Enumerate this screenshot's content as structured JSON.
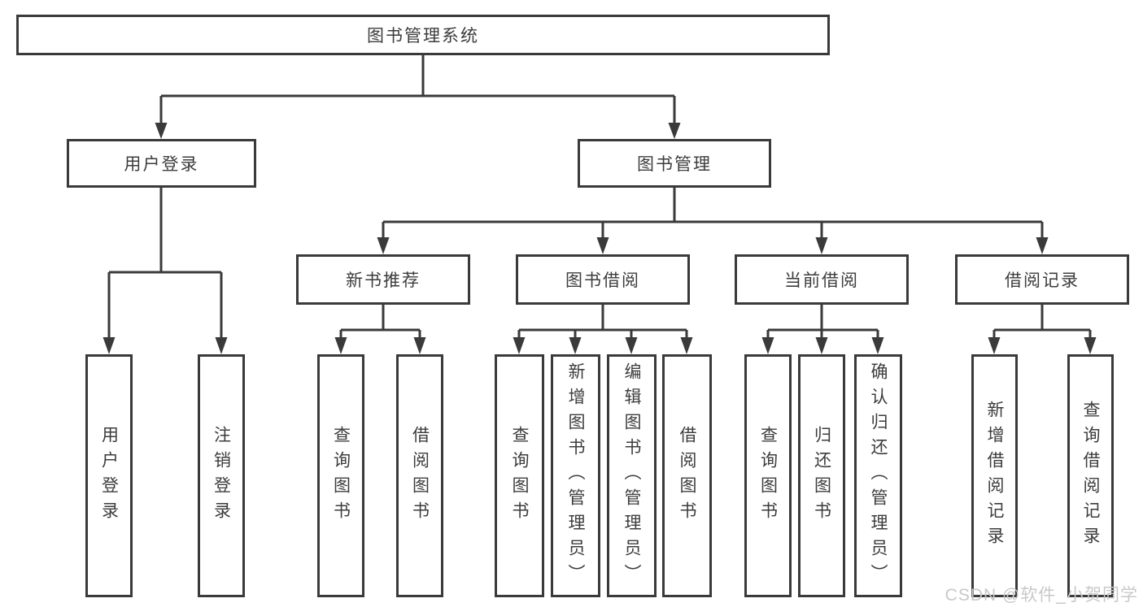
{
  "watermark": "CSDN @软件_小贺同学",
  "colors": {
    "line": "#3a3a3a",
    "box_border": "#3a3a3a",
    "text": "#3c3c3c",
    "background": "#ffffff",
    "watermark": "#c8c8c8"
  },
  "tree": {
    "root": "图书管理系统",
    "login": {
      "label": "用户登录",
      "leaves": [
        "用户登录",
        "注销登录"
      ]
    },
    "management": {
      "label": "图书管理",
      "groups": [
        {
          "label": "新书推荐",
          "leaves": [
            "查询图书",
            "借阅图书"
          ]
        },
        {
          "label": "图书借阅",
          "leaves": [
            "查询图书",
            "新增图书（管理员）",
            "编辑图书（管理员）",
            "借阅图书"
          ]
        },
        {
          "label": "当前借阅",
          "leaves": [
            "查询图书",
            "归还图书",
            "确认归还（管理员）"
          ]
        },
        {
          "label": "借阅记录",
          "leaves": [
            "新增借阅记录",
            "查询借阅记录"
          ]
        }
      ]
    }
  }
}
